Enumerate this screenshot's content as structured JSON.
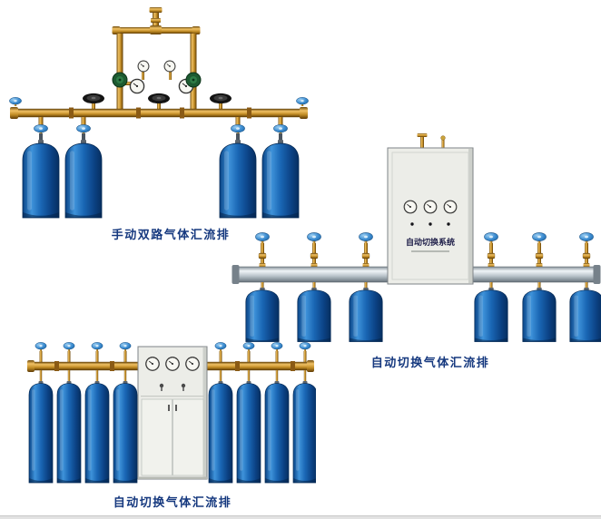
{
  "page": {
    "background": "#ffffff"
  },
  "colors": {
    "caption_color": "#16397f",
    "cylinder_blue": "#1a67b5",
    "brass_gold": "#c99a33",
    "rail_silver": "#b9c3ca",
    "cabinet_body": "#ecede8",
    "knob_blue": "#3e8ed2"
  },
  "products": [
    {
      "id": "manual-dual-manifold",
      "caption": "手动双路气体汇流排",
      "cylinder_count": 4,
      "gauge_count": 4,
      "valve_wheel_count": 3
    },
    {
      "id": "auto-switch-manifold-wall",
      "caption": "自动切换气体汇流排",
      "cylinder_count": 6,
      "gauge_count": 3,
      "cabinet_label": "自动切换系统"
    },
    {
      "id": "auto-switch-manifold-floor",
      "caption": "自动切换气体汇流排",
      "cylinder_count": 8,
      "gauge_count": 3
    }
  ]
}
